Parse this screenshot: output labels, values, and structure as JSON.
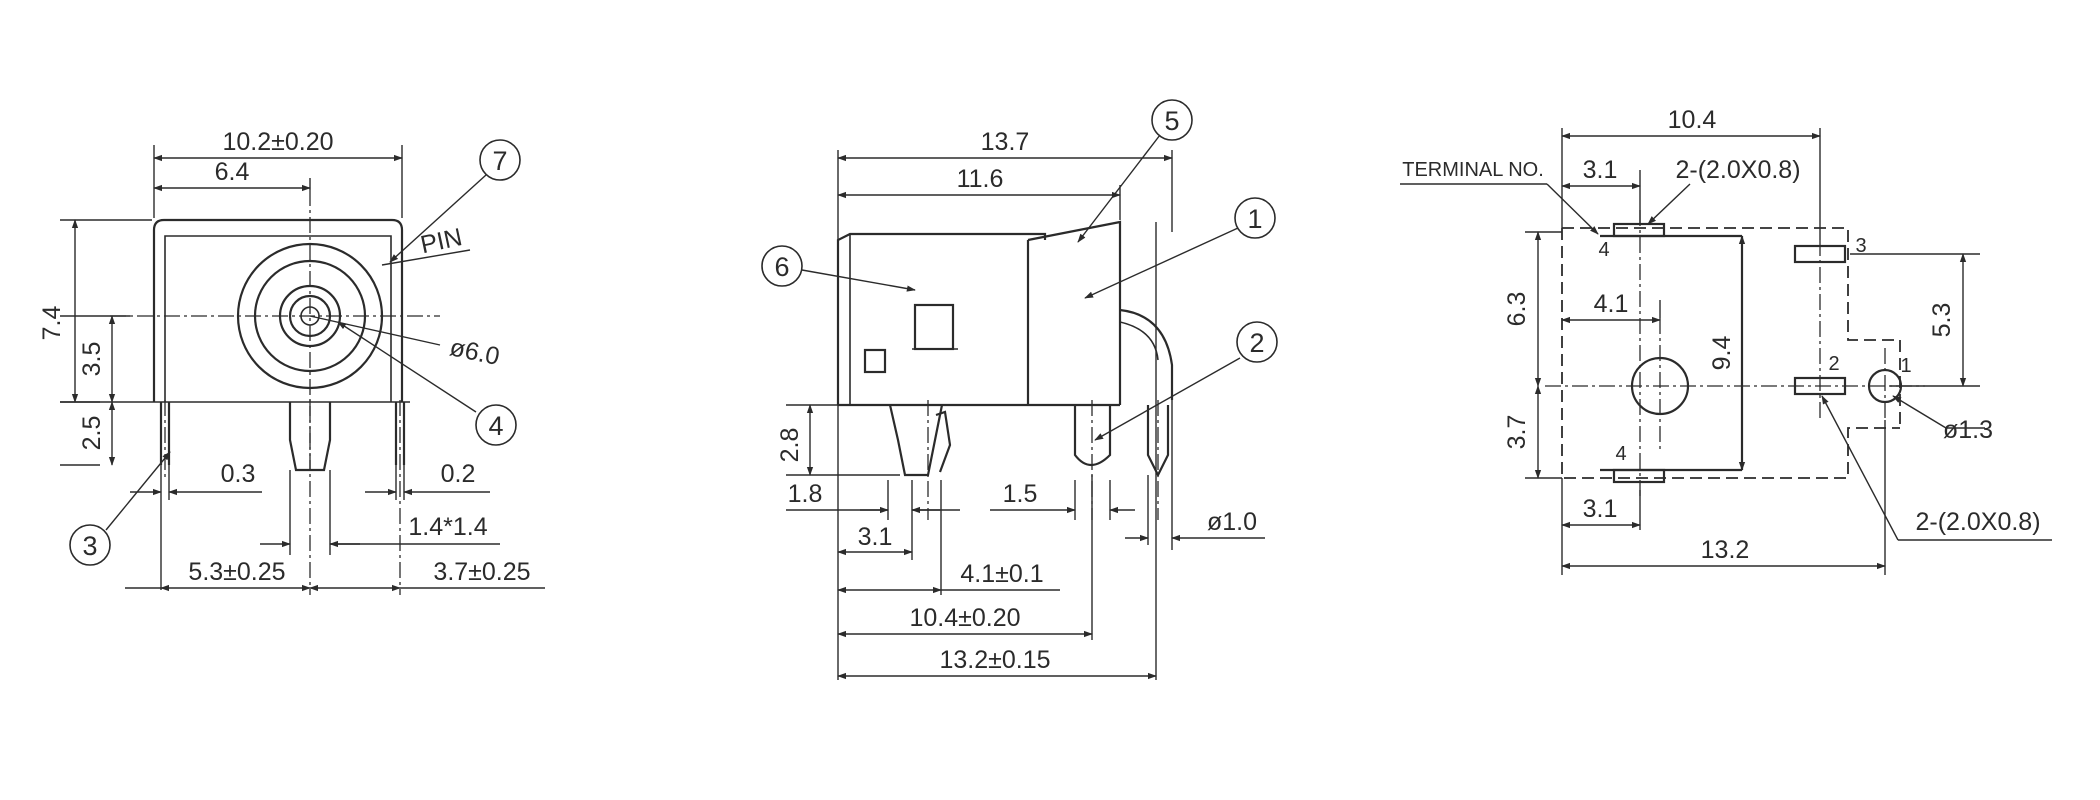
{
  "front_view": {
    "dim_overall_width": "10.2±0.20",
    "dim_pin_offset": "6.4",
    "dim_height": "7.4",
    "dim_center_height": "3.5",
    "dim_pin_length": "2.5",
    "dim_left_thickness": "0.3",
    "dim_right_thickness": "0.2",
    "dim_pin_section": "1.4*1.4",
    "dim_left_pitch": "5.3±0.25",
    "dim_right_pitch": "3.7±0.25",
    "label_pin": "PIN",
    "dim_diameter": "ø6.0",
    "callout_3": "3",
    "callout_4": "4",
    "callout_7": "7"
  },
  "side_view": {
    "dim_overall_length": "13.7",
    "dim_body_length": "11.6",
    "dim_pin_length": "2.8",
    "dim_pin_offset": "1.8",
    "dim_pin_width": "1.5",
    "dim_pin_diameter": "ø1.0",
    "dim_front_pin_offset": "3.1",
    "dim_second_pin_offset": "4.1±0.1",
    "dim_third_pin_offset": "10.4±0.20",
    "dim_overall_pin_span": "13.2±0.15",
    "callout_1": "1",
    "callout_2": "2",
    "callout_5": "5",
    "callout_6": "6"
  },
  "footprint": {
    "label_terminal_no": "TERMINAL NO.",
    "dim_width": "10.4",
    "dim_top_offset": "3.1",
    "dim_top_slot": "2-(2.0X0.8)",
    "dim_left_height": "6.3",
    "dim_center_offset": "4.1",
    "dim_inner_height": "9.4",
    "dim_right_height": "5.3",
    "dim_lower_height": "3.7",
    "dim_hole_diameter": "ø1.3",
    "dim_bottom_offset": "3.1",
    "dim_bottom_slot": "2-(2.0X0.8)",
    "dim_overall_length": "13.2",
    "terminal_4_top": "4",
    "terminal_3": "3",
    "terminal_2": "2",
    "terminal_1": "1",
    "terminal_4_bottom": "4"
  }
}
